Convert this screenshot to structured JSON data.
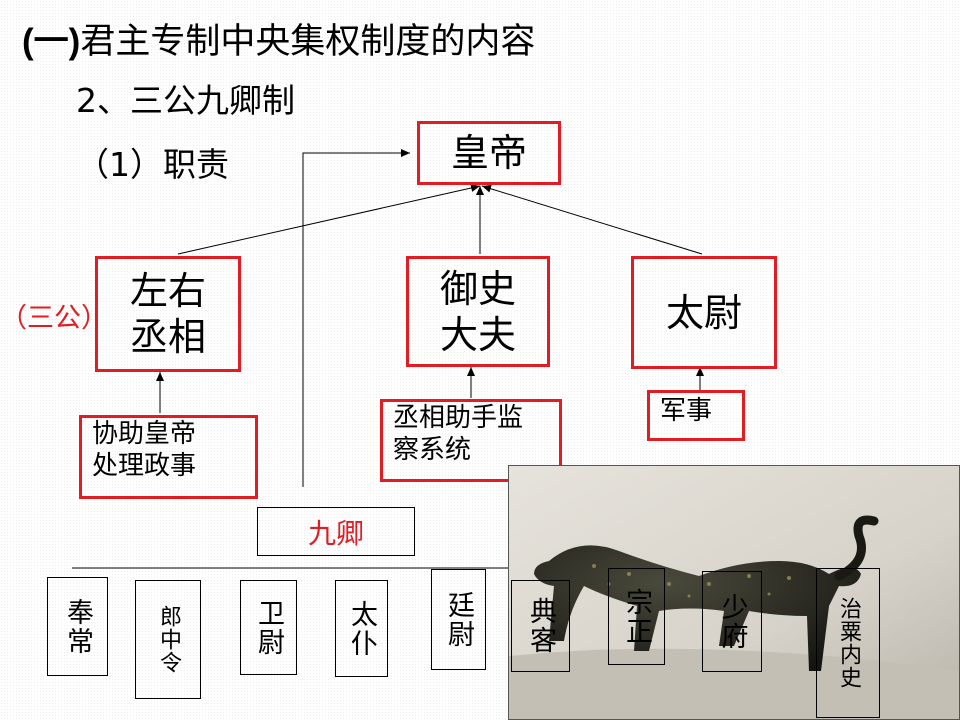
{
  "heading": {
    "paren": "(一)",
    "title": "君主专制中央集权制度的内容"
  },
  "subheading": "2、三公九卿制",
  "section": "（1）职责",
  "emperor": "皇帝",
  "sangong_label": "（三公）",
  "sangong": [
    {
      "title_line1": "左右",
      "title_line2": "丞相",
      "duty_line1": "协助皇帝",
      "duty_line2": "处理政事"
    },
    {
      "title_line1": "御史",
      "title_line2": "大夫",
      "duty_line1": "丞相助手监",
      "duty_line2": "察系统"
    },
    {
      "title_line1": "太尉",
      "duty_line1": "军事"
    }
  ],
  "jiuqing_label": "九卿",
  "jiuqing": [
    "奉常",
    "郎中令",
    "卫尉",
    "太仆",
    "廷尉",
    "典客",
    "宗正",
    "少府",
    "治粟内史"
  ],
  "colors": {
    "accent_red": "#e31b23",
    "label_red": "#e31b23",
    "line": "#000000"
  },
  "photo_icon": "bronze-tiger-artifact-photo"
}
